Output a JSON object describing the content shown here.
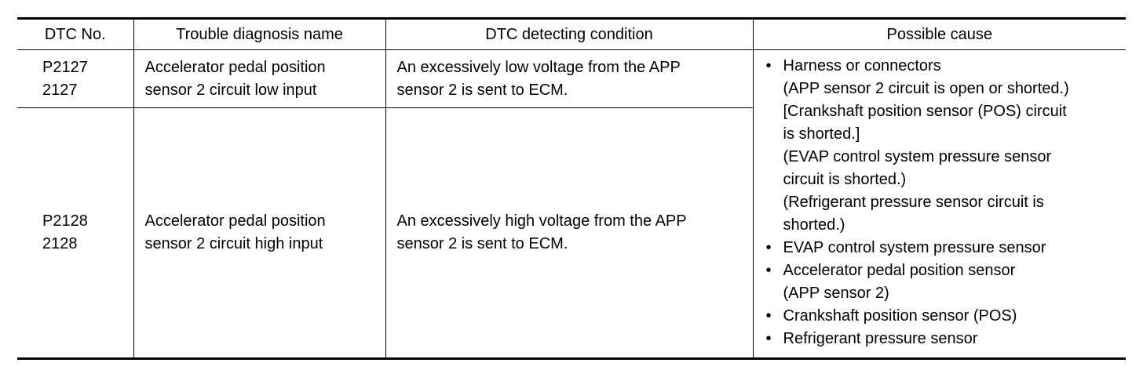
{
  "headers": [
    "DTC No.",
    "Trouble diagnosis name",
    "DTC detecting condition",
    "Possible cause"
  ],
  "rows": [
    {
      "dtc": [
        "P2127",
        "2127"
      ],
      "name": [
        "Accelerator pedal position",
        "sensor 2 circuit low input"
      ],
      "condition": [
        "An excessively low voltage from the APP",
        "sensor 2 is sent to ECM."
      ]
    },
    {
      "dtc": [
        "P2128",
        "2128"
      ],
      "name": [
        "Accelerator pedal position",
        "sensor 2 circuit high input"
      ],
      "condition": [
        "An excessively high voltage from the APP",
        "sensor 2 is sent to ECM."
      ]
    }
  ],
  "possible_cause": {
    "bullet": "•",
    "items": [
      {
        "lines": [
          "Harness or connectors",
          "(APP sensor 2 circuit is open or shorted.)",
          "[Crankshaft position sensor (POS) circuit",
          "is shorted.]",
          "(EVAP control system pressure sensor",
          "circuit is shorted.)",
          "(Refrigerant pressure sensor circuit is",
          "shorted.)"
        ]
      },
      {
        "lines": [
          "EVAP control system pressure sensor"
        ]
      },
      {
        "lines": [
          "Accelerator pedal position sensor",
          "(APP sensor 2)"
        ]
      },
      {
        "lines": [
          "Crankshaft position sensor (POS)"
        ]
      },
      {
        "lines": [
          "Refrigerant pressure sensor"
        ]
      }
    ]
  }
}
